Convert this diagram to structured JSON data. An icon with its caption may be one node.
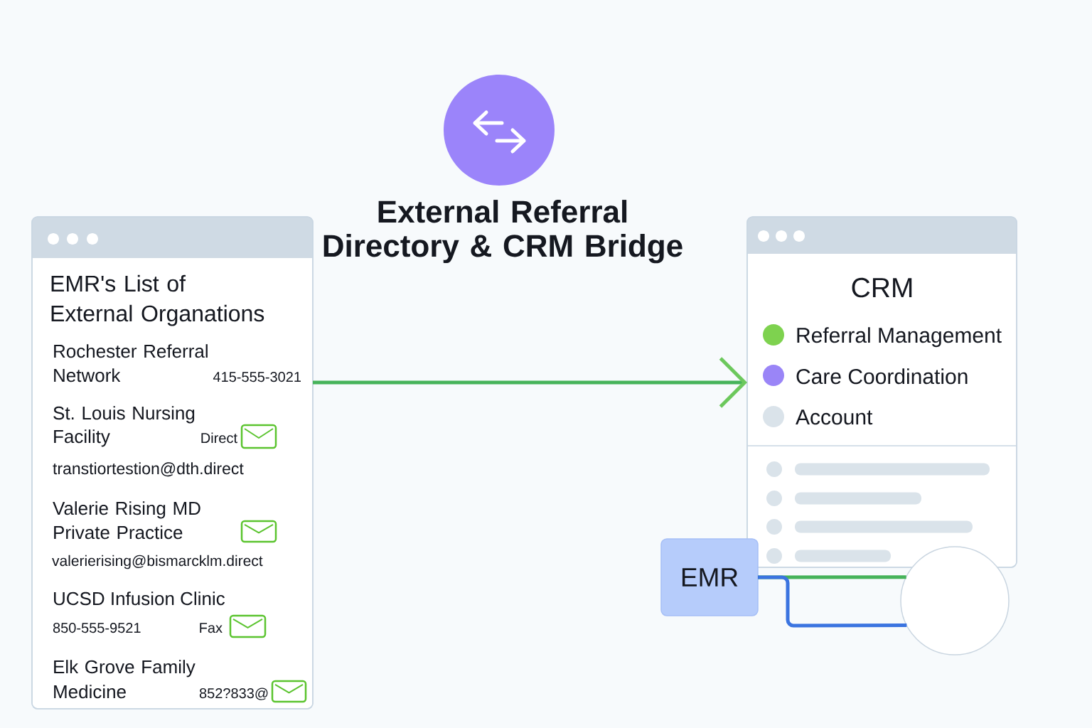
{
  "diagram": {
    "title": "External Referral Directory & CRM Bridge",
    "nodes": [
      {
        "text": [
          "EMR's List of External Organations",
          "Rochester Referral Network",
          "415-555-3021",
          "St. Louis Nursing Facility",
          "Direct",
          "transtiortestion@dth.direct",
          "Valerie Rising MD Private Practice",
          "valerierising@bismarcklm.direct",
          "UCSD Infusion Clinic",
          "850-555-9521",
          "Fax",
          "Elk Grove Family Medicine",
          "852?833@"
        ]
      },
      {
        "text": [
          "CRM",
          "Referral Management",
          "Care Coordination",
          "Account"
        ]
      },
      {
        "text": [
          "EMR"
        ]
      },
      {
        "text": [],
        "shape": "circle"
      }
    ],
    "edges": [
      {
        "from": 0,
        "to": 1,
        "arrow": "to"
      },
      {
        "from": 2,
        "to": 3,
        "arrow": "none"
      },
      {
        "from": 2,
        "to": 3,
        "arrow": "none",
        "color": "#3b74e0"
      }
    ]
  }
}
